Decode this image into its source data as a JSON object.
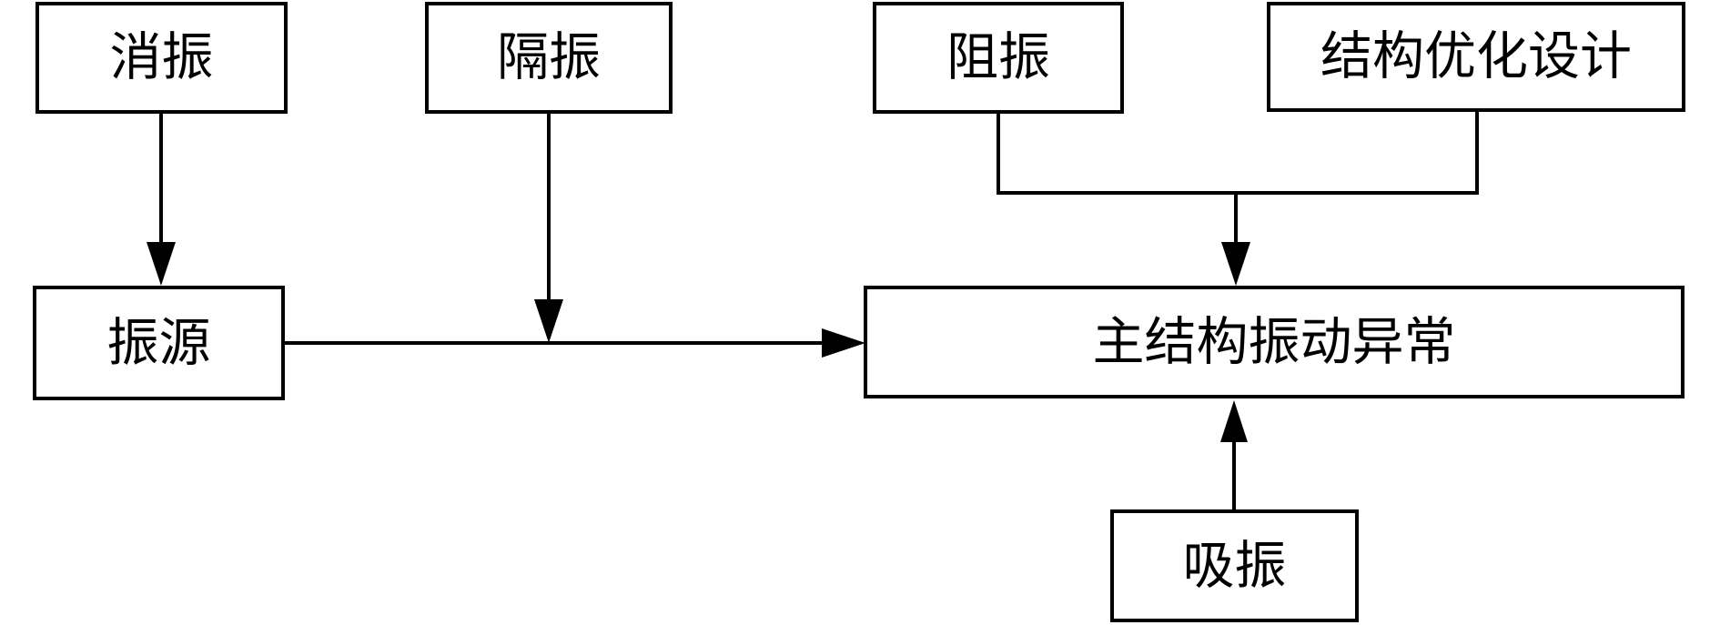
{
  "diagram": {
    "type": "flowchart",
    "background_color": "#ffffff",
    "line_color": "#000000",
    "box_border_color": "#000000",
    "box_fill_color": "#ffffff",
    "text_color": "#000000",
    "nodes": {
      "xiaozhen": {
        "label": "消振"
      },
      "gezhen": {
        "label": "隔振"
      },
      "zuzhen": {
        "label": "阻振"
      },
      "jiegou_youhua": {
        "label": "结构优化设计"
      },
      "zhenyuan": {
        "label": "振源"
      },
      "main_structure": {
        "label": "主结构振动异常"
      },
      "xizhen": {
        "label": "吸振"
      }
    },
    "edges": [
      {
        "from": "消振",
        "to": "振源",
        "style": "arrow-down"
      },
      {
        "from": "隔振",
        "to": "振源-主结构振动异常 连线",
        "style": "arrow-down"
      },
      {
        "from": "振源",
        "to": "主结构振动异常",
        "style": "arrow-right"
      },
      {
        "from": "阻振",
        "to": "主结构振动异常",
        "style": "merge-then-arrow-down"
      },
      {
        "from": "结构优化设计",
        "to": "主结构振动异常",
        "style": "merge-then-arrow-down"
      },
      {
        "from": "吸振",
        "to": "主结构振动异常",
        "style": "arrow-up"
      }
    ]
  }
}
